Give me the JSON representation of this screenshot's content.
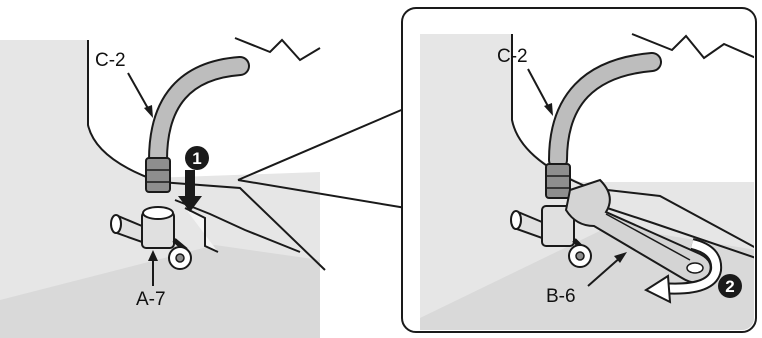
{
  "labels": {
    "hose_left": "C-2",
    "valve": "A-7",
    "hose_right": "C-2",
    "wrench": "B-6"
  },
  "steps": {
    "step1": "1",
    "step2": "2"
  },
  "colors": {
    "wall": "#e6e6e6",
    "floor": "#d9d9d9",
    "hose": "#bdbdbd",
    "metal": "#8e8e8e",
    "accent_arrow": "#1a1a1a"
  },
  "icons": {
    "step_badge": "circled-number",
    "tighten_direction": "curved-arrow-clockwise"
  }
}
